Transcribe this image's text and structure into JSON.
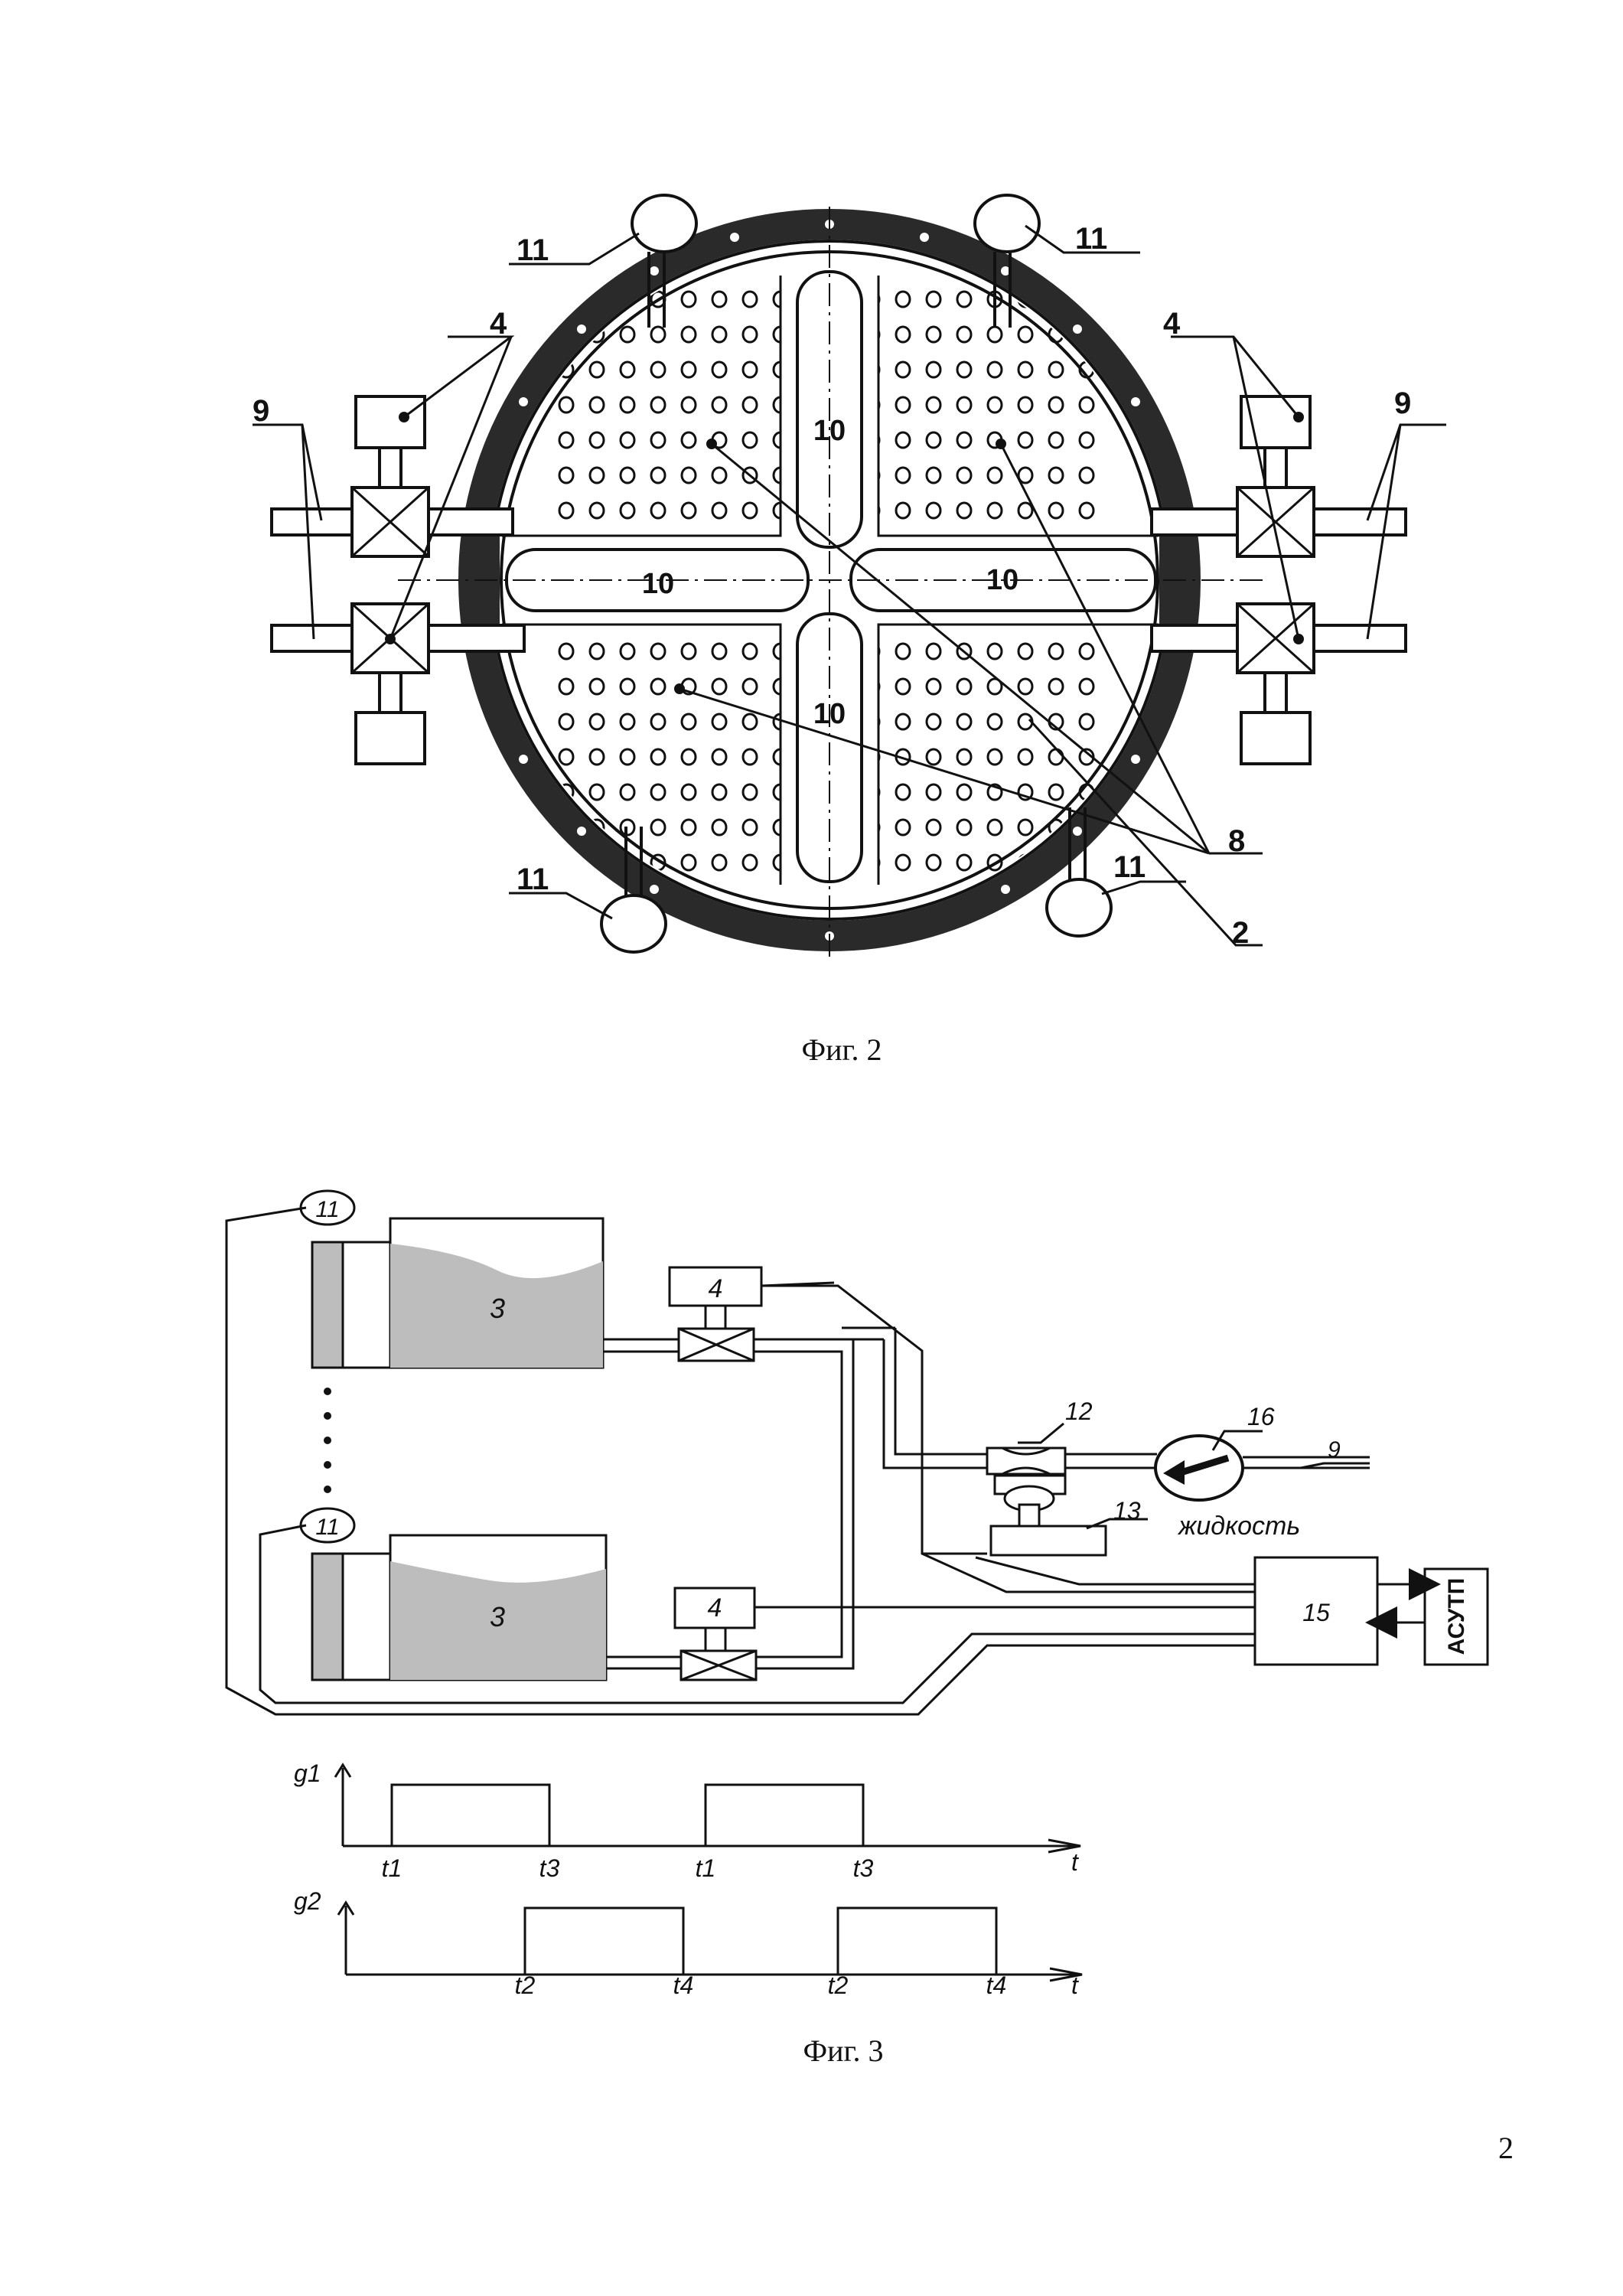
{
  "fig2": {
    "caption": "Фиг. 2",
    "labels": {
      "l11": "11",
      "l4": "4",
      "l9": "9",
      "l10": "10",
      "l8": "8",
      "l2": "2"
    }
  },
  "fig3": {
    "caption": "Фиг. 3",
    "labels": {
      "l11": "11",
      "l3": "3",
      "l4": "4",
      "l12": "12",
      "l13": "13",
      "l15": "15",
      "l16": "16",
      "l9": "9",
      "liquid": "жидкость",
      "asutp": "АСУТП"
    }
  },
  "timing": {
    "g1": {
      "name": "g1",
      "ticks": [
        "t1",
        "t3",
        "t1",
        "t3"
      ]
    },
    "g2": {
      "name": "g2",
      "ticks": [
        "t2",
        "t4",
        "t2",
        "t4"
      ]
    },
    "axis": "t"
  },
  "page_number": "2"
}
